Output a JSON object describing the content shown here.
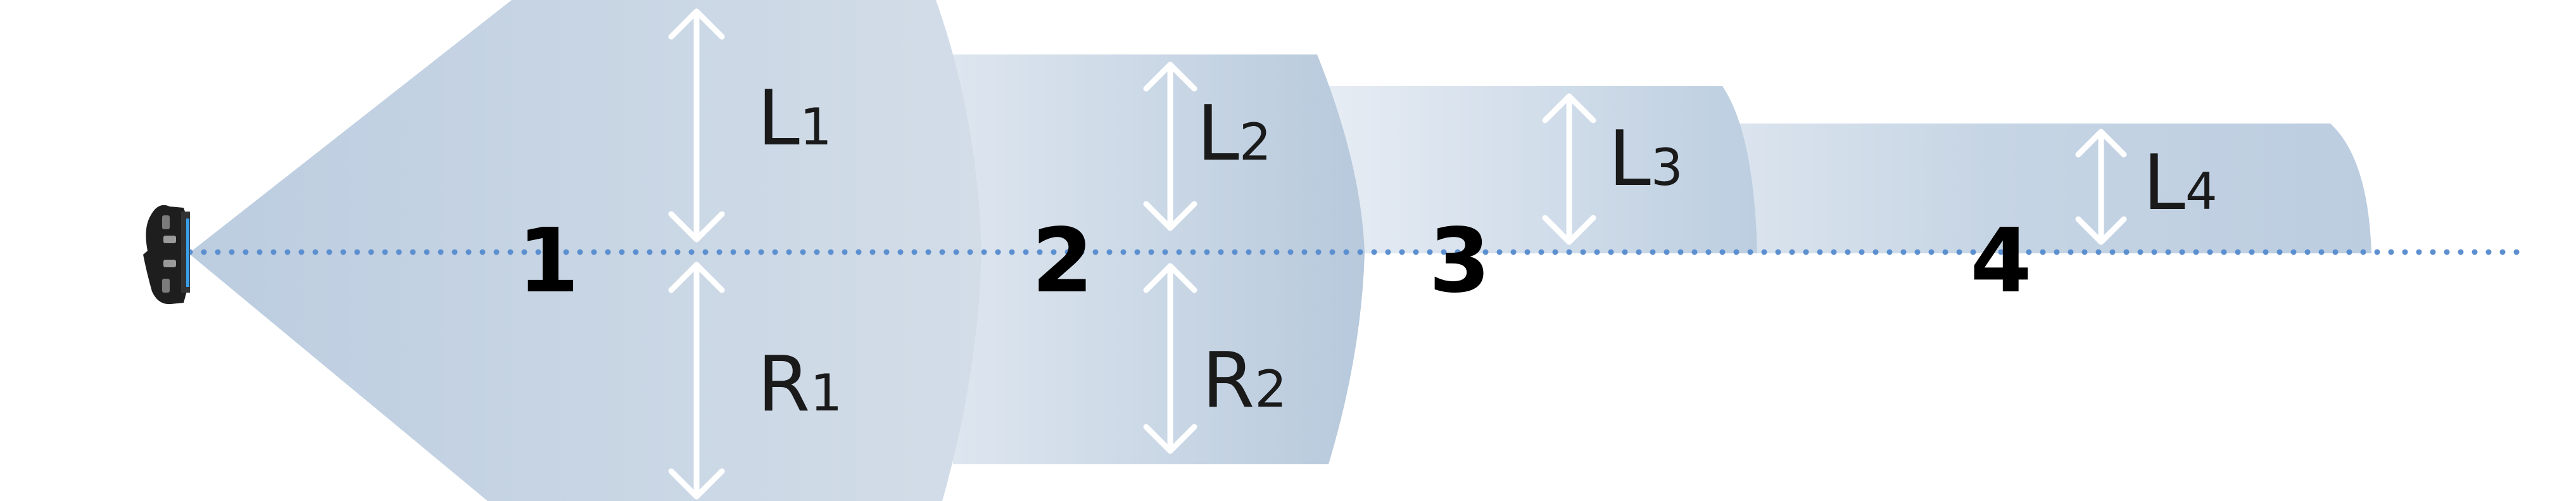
{
  "zones": [
    {
      "number": "1",
      "left_label": "L",
      "left_sub": "1",
      "right_label": "R",
      "right_sub": "1"
    },
    {
      "number": "2",
      "left_label": "L",
      "left_sub": "2",
      "right_label": "R",
      "right_sub": "2"
    },
    {
      "number": "3",
      "left_label": "L",
      "left_sub": "3"
    },
    {
      "number": "4",
      "left_label": "L",
      "left_sub": "4"
    }
  ],
  "colors": {
    "zone_fill_dark": "#b9cbdd",
    "zone_fill_light": "#e2e9f1",
    "axis": "#5b8fd0",
    "arrows": "#ffffff",
    "text": "#000000"
  },
  "icons": {
    "sensor": "sensor-icon"
  }
}
